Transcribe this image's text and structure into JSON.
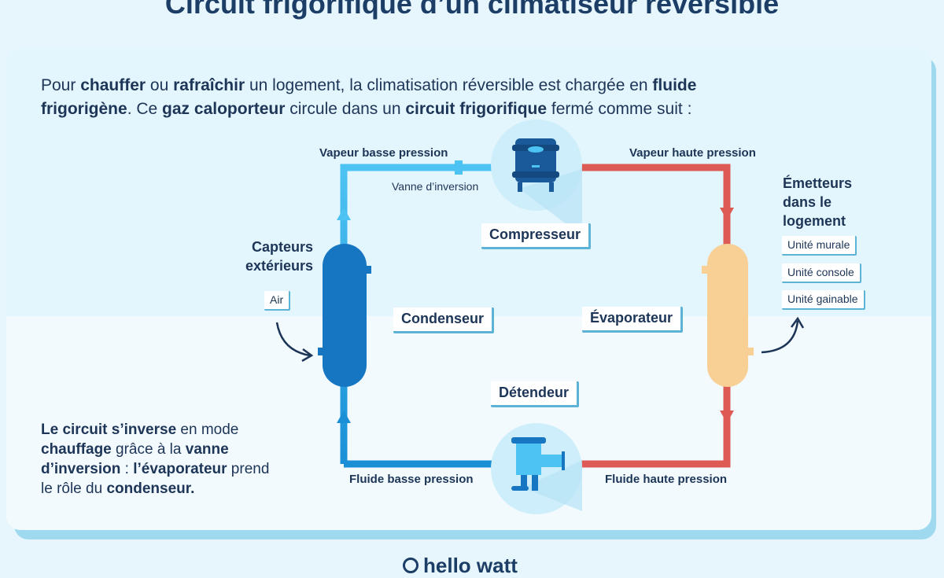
{
  "title": "Circuit frigorifique d’un climatiseur réversible",
  "intro": {
    "p1": "Pour ",
    "b1": "chauffer",
    "p2": " ou ",
    "b2": "rafraîchir",
    "p3": " un logement, la climatisation réversible est chargée en ",
    "b3": "fluide frigorigène",
    "p4": ". Ce ",
    "b4": "gaz caloporteur",
    "p5": " circule dans un ",
    "b5": "circuit frigorifique",
    "p6": " fermé comme suit :"
  },
  "pipes": {
    "top_left": "Vapeur basse pression",
    "top_right": "Vapeur haute pression",
    "bottom_left": "Fluide basse pression",
    "bottom_right": "Fluide haute pression",
    "valve": "Vanne d’inversion"
  },
  "components": {
    "compressor": "Compresseur",
    "condenser": "Condenseur",
    "evaporator": "Évaporateur",
    "expander": "Détendeur"
  },
  "left_side": {
    "heading_line1": "Capteurs",
    "heading_line2": "extérieurs",
    "chip": "Air"
  },
  "right_side": {
    "heading_line1": "Émetteurs",
    "heading_line2": "dans le",
    "heading_line3": "logement",
    "chips": [
      "Unité murale",
      "Unité console",
      "Unité gainable"
    ]
  },
  "note": {
    "b1": "Le circuit s’inverse",
    "p1": " en mode ",
    "b2": "chauffage",
    "p2": " grâce à la ",
    "b3": "vanne d’inversion",
    "p3": " : ",
    "b4": "l’évaporateur",
    "p4": " prend le rôle du ",
    "b5": "condenseur."
  },
  "logo": "hello watt",
  "colors": {
    "cold_pipe": "#4cc3f2",
    "cold_pipe_dark": "#1a8fd6",
    "hot_pipe": "#dd5a55",
    "condenser": "#1776c2",
    "evaporator": "#f8cf95",
    "compressor": "#1b5a9a",
    "badge_circle": "#cdeefa",
    "text": "#1d3557"
  }
}
